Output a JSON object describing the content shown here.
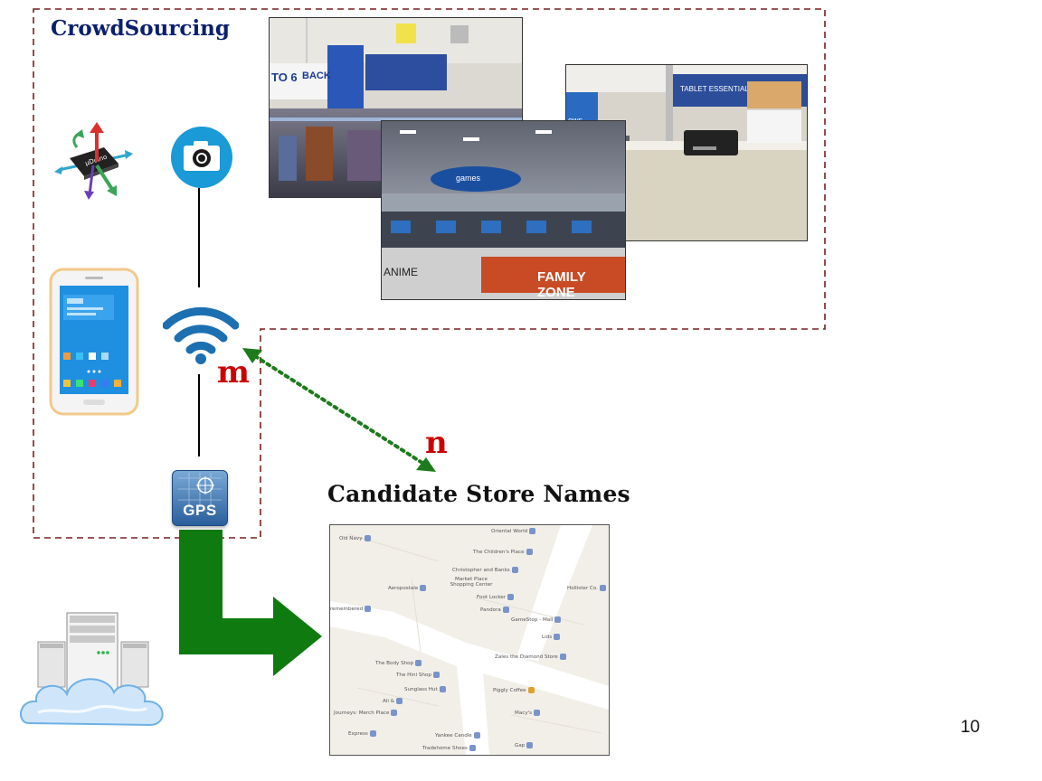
{
  "header": {
    "crowd_title": "CrowdSourcing"
  },
  "labels": {
    "m": "m",
    "n": "n",
    "candidate_title": "Candidate Store Names",
    "page_number": "10"
  },
  "gps_label": "GPS",
  "photos": {
    "top_left": {
      "sign_text": "TO 6",
      "sign_sub": "BACK"
    },
    "middle": {
      "banner": "FAMILY ZONE",
      "hanger": "games",
      "left_sign": "ANIME"
    },
    "right": {
      "banner": "TABLET ESSENTIALS",
      "left_sign": "ows"
    }
  },
  "map": {
    "stores": [
      "Oriental World",
      "Old Navy",
      "The Children's Place",
      "Christopher and Banks",
      "Market Place Shopping Center",
      "Aeropostale",
      "Hollister Co.",
      "Foot Locker",
      "Pandora",
      "GameStop - Mall",
      "remembered",
      "Lids",
      "Zales the Diamond Store",
      "The Body Shop",
      "The Hini Shop",
      "Sunglass Hut",
      "Piggly Coffee",
      "Ali &",
      "Journeys: Merch Place",
      "Macy's",
      "Yankee Candle",
      "Express",
      "Tradehome Shoes",
      "Gap"
    ]
  },
  "colors": {
    "dashed_border": "#7a1f1f",
    "arrow_green": "#0f7a0f",
    "dotted_green": "#1d7a1d",
    "label_red": "#cc0000",
    "title_navy": "#0b1f6e"
  },
  "icons": [
    "chip-sensor-icon",
    "camera-icon",
    "smartphone-icon",
    "wifi-icon",
    "gps-icon",
    "cloud-server-icon"
  ]
}
